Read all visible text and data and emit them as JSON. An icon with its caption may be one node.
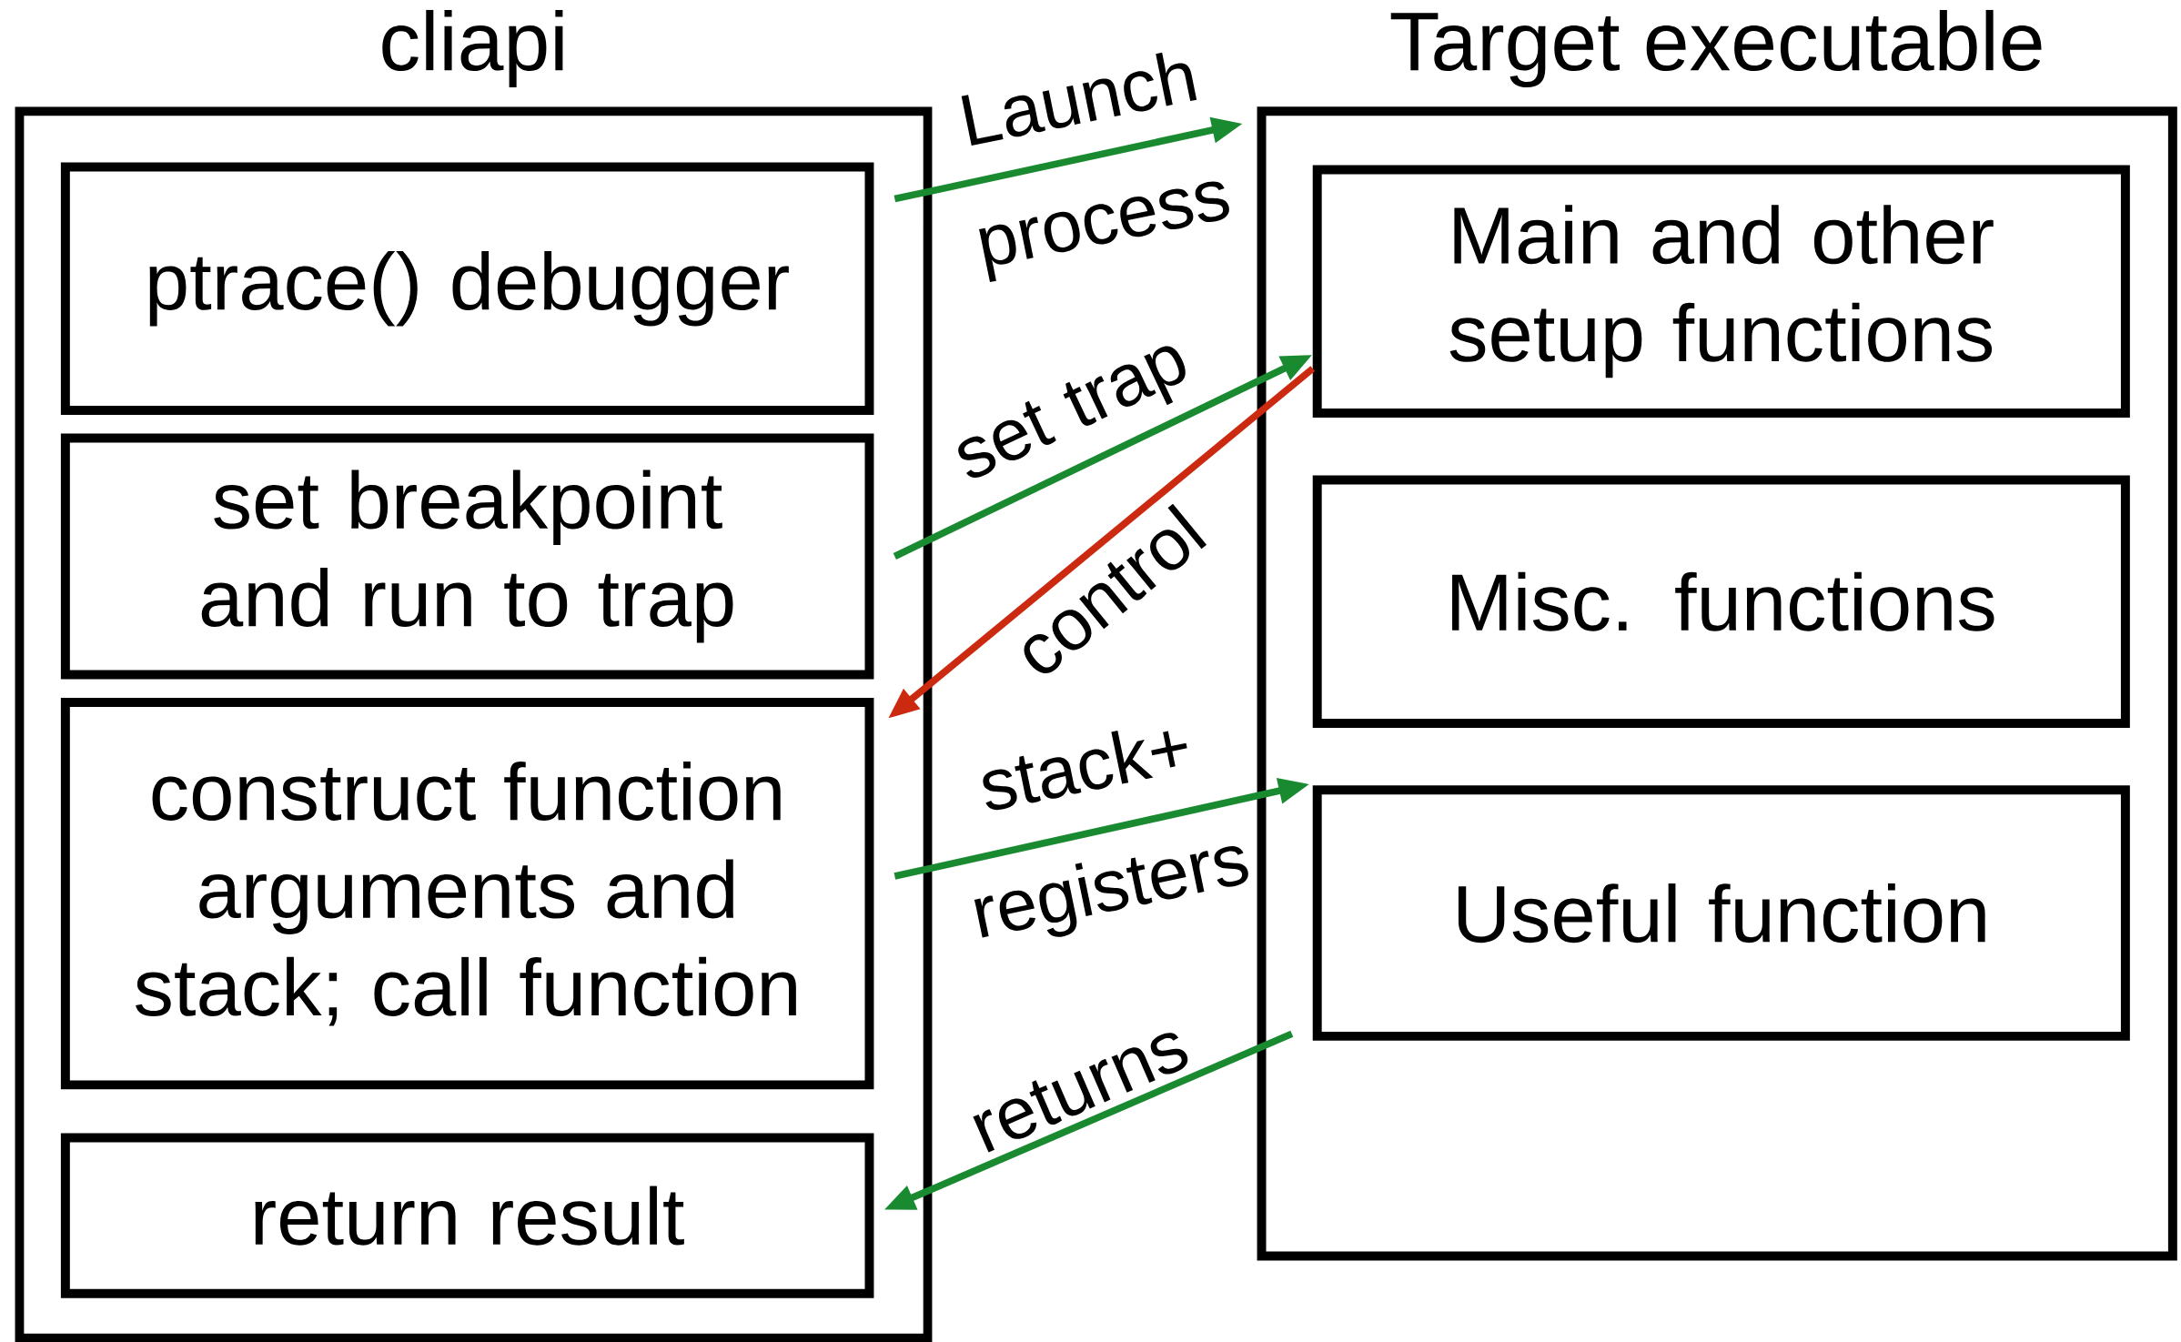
{
  "diagram": {
    "nodes": [
      {
        "text": [
          "cliapi"
        ]
      },
      {
        "text": [
          "ptrace() debugger"
        ],
        "in": 0
      },
      {
        "text": [
          "set breakpoint and run to trap"
        ],
        "in": 0
      },
      {
        "text": [
          "construct function arguments and stack; call function"
        ],
        "in": 0
      },
      {
        "text": [
          "return result"
        ],
        "in": 0
      },
      {
        "text": [
          "Target executable"
        ]
      },
      {
        "text": [
          "Main and other setup functions"
        ],
        "in": 5
      },
      {
        "text": [
          "Misc. functions"
        ],
        "in": 5
      },
      {
        "text": [
          "Useful function"
        ],
        "in": 5
      }
    ],
    "edges": [
      {
        "from": 1,
        "to": 5,
        "arrow": "to",
        "label": "Launch process"
      },
      {
        "from": 2,
        "to": 6,
        "arrow": "to",
        "label": "set trap"
      },
      {
        "from": 6,
        "to": 3,
        "arrow": "to",
        "label": "control",
        "color": "#cc2a10"
      },
      {
        "from": 3,
        "to": 8,
        "arrow": "to",
        "label": "stack+ registers"
      },
      {
        "from": 8,
        "to": 4,
        "arrow": "to",
        "label": "returns"
      }
    ]
  }
}
